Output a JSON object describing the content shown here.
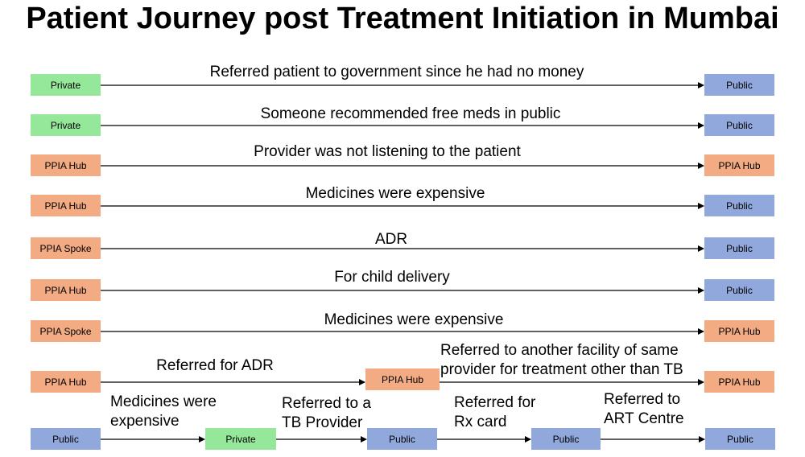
{
  "title": "Patient Journey post Treatment Initiation in Mumbai",
  "colors": {
    "private": "#95e89a",
    "public": "#91a8dc",
    "ppia": "#f2ab83"
  },
  "rows": [
    {
      "from": "Private",
      "to": "Public",
      "label": "Referred patient to government since he had no money"
    },
    {
      "from": "Private",
      "to": "Public",
      "label": "Someone recommended free meds in public"
    },
    {
      "from": "PPIA Hub",
      "to": "PPIA Hub",
      "label": "Provider was not listening to the patient"
    },
    {
      "from": "PPIA Hub",
      "to": "Public",
      "label": "Medicines were expensive"
    },
    {
      "from": "PPIA Spoke",
      "to": "Public",
      "label": "ADR"
    },
    {
      "from": "PPIA Hub",
      "to": "Public",
      "label": "For child delivery"
    },
    {
      "from": "PPIA Spoke",
      "to": "PPIA Hub",
      "label": "Medicines were expensive"
    }
  ],
  "row8": {
    "from": "PPIA Hub",
    "mid": "PPIA Hub",
    "to": "PPIA Hub",
    "label1": "Referred for ADR",
    "label2_line1": "Referred to another facility of same",
    "label2_line2": "provider for treatment other than TB"
  },
  "row9": {
    "n1": "Public",
    "n2": "Private",
    "n3": "Public",
    "n4": "Public",
    "n5": "Public",
    "label1_line1": "Medicines were",
    "label1_line2": "expensive",
    "label2_line1": "Referred to a",
    "label2_line2": "TB Provider",
    "label3_line1": "Referred for",
    "label3_line2": "Rx card",
    "label4_line1": "Referred to",
    "label4_line2": "ART Centre"
  }
}
